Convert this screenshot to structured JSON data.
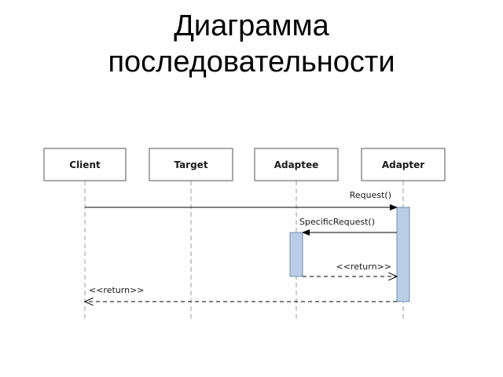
{
  "slide": {
    "title_line1": "Диаграмма",
    "title_line2": "последовательности"
  },
  "diagram": {
    "type": "uml-sequence",
    "lifelines": [
      {
        "name": "Client"
      },
      {
        "name": "Target"
      },
      {
        "name": "Adaptee"
      },
      {
        "name": "Adapter"
      }
    ],
    "messages": [
      {
        "from": "Client",
        "to": "Adapter",
        "label": "Request()",
        "kind": "call"
      },
      {
        "from": "Adapter",
        "to": "Adaptee",
        "label": "SpecificRequest()",
        "kind": "call"
      },
      {
        "from": "Adaptee",
        "to": "Adapter",
        "label": "<<return>>",
        "kind": "return"
      },
      {
        "from": "Adapter",
        "to": "Client",
        "label": "<<return>>",
        "kind": "return"
      }
    ],
    "colors": {
      "box_border": "#555555",
      "lifeline": "#999999",
      "activation_fill": "#b9cde5",
      "activation_border": "#6f8fb5",
      "arrow": "#000000"
    }
  }
}
